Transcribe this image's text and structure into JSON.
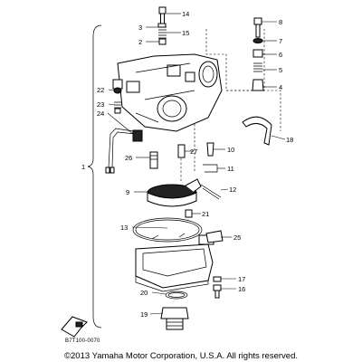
{
  "callouts": {
    "n1": "1",
    "n2": "2",
    "n3": "3",
    "n4": "4",
    "n5": "5",
    "n6": "6",
    "n7": "7",
    "n8": "8",
    "n9": "9",
    "n10": "10",
    "n11": "11",
    "n12": "12",
    "n13": "13",
    "n14": "14",
    "n15": "15",
    "n16": "16",
    "n17": "17",
    "n18": "18",
    "n19": "19",
    "n20": "20",
    "n21": "21",
    "n22": "22",
    "n23": "23",
    "n24": "24",
    "n25": "25",
    "n26": "26",
    "n27": "27"
  },
  "ref_code": "B7T100-0070",
  "copyright": "©2013 Yamaha Motor Corporation, U.S.A. All rights reserved."
}
